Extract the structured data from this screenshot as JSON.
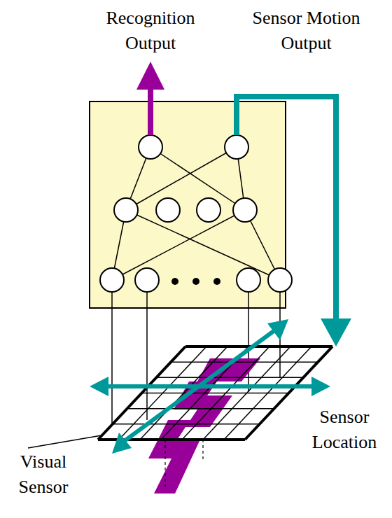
{
  "diagram": {
    "labels": [
      "Recognition Output",
      "Sensor Motion Output",
      "Sensor Location",
      "Visual Sensor"
    ]
  }
}
